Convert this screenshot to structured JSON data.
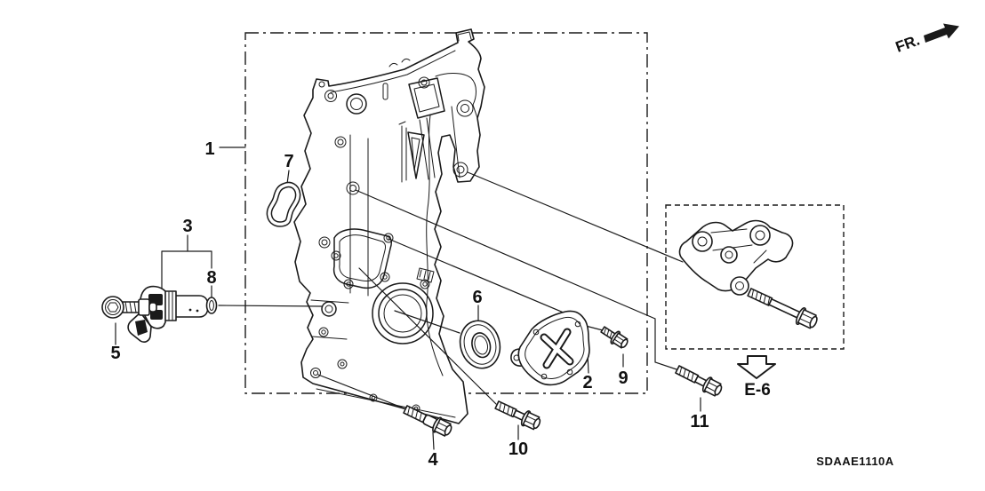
{
  "colors": {
    "line": "#1a1a1a",
    "background": "#ffffff"
  },
  "orientation": {
    "fr_label": "FR."
  },
  "reference": {
    "e6_label": "E-6"
  },
  "diagram_code": "SDAAE1110A",
  "callouts": {
    "c1": "1",
    "c2": "2",
    "c3": "3",
    "c4": "4",
    "c5": "5",
    "c6": "6",
    "c7": "7",
    "c8": "8",
    "c9": "9",
    "c10": "10",
    "c11": "11"
  }
}
